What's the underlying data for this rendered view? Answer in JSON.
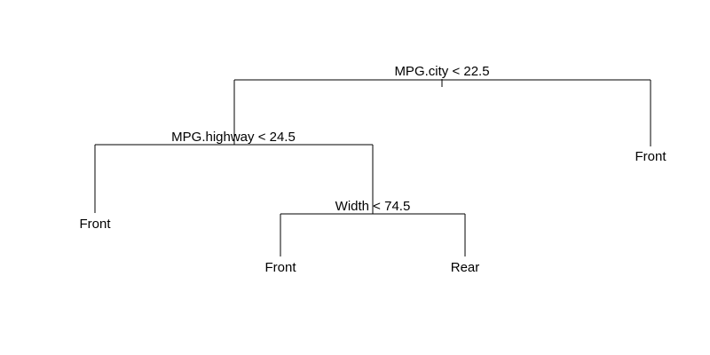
{
  "tree": {
    "root": {
      "split": "MPG.city < 22.5",
      "left": {
        "split": "MPG.highway < 24.5",
        "left": {
          "leaf": "Front"
        },
        "right": {
          "split": "Width < 74.5",
          "left": {
            "leaf": "Front"
          },
          "right": {
            "leaf": "Rear"
          }
        }
      },
      "right": {
        "leaf": "Front"
      }
    }
  },
  "colors": {
    "line": "#000000",
    "text": "#000000",
    "background": "#ffffff"
  }
}
